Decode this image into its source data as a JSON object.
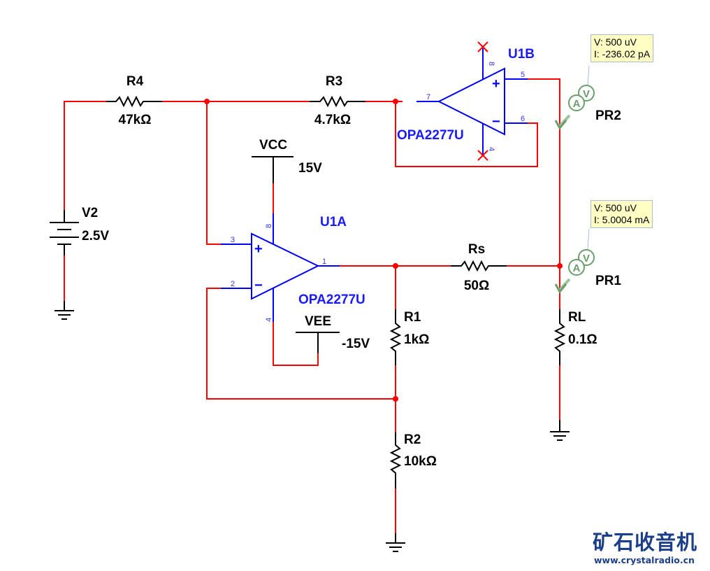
{
  "components": {
    "R4": {
      "ref": "R4",
      "value": "47kΩ"
    },
    "R3": {
      "ref": "R3",
      "value": "4.7kΩ"
    },
    "R1": {
      "ref": "R1",
      "value": "1kΩ"
    },
    "R2": {
      "ref": "R2",
      "value": "10kΩ"
    },
    "Rs": {
      "ref": "Rs",
      "value": "50Ω"
    },
    "RL": {
      "ref": "RL",
      "value": "0.1Ω"
    },
    "V2": {
      "ref": "V2",
      "value": "2.5V"
    },
    "VCC": {
      "ref": "VCC",
      "value": "15V"
    },
    "VEE": {
      "ref": "VEE",
      "value": "-15V"
    },
    "U1A": {
      "ref": "U1A",
      "part": "OPA2277U",
      "pins": {
        "noninv": "3",
        "inv": "2",
        "out": "1",
        "vplus": "8",
        "vminus": "4"
      }
    },
    "U1B": {
      "ref": "U1B",
      "part": "OPA2277U",
      "pins": {
        "noninv": "5",
        "inv": "6",
        "out": "7",
        "vplus": "8",
        "vminus": "4"
      }
    }
  },
  "probes": {
    "PR1": {
      "ref": "PR1",
      "voltage": "V: 500 uV",
      "current": "I: 5.0004 mA",
      "a_letter": "A",
      "v_letter": "V"
    },
    "PR2": {
      "ref": "PR2",
      "voltage": "V: 500 uV",
      "current": "I: -236.02 pA",
      "a_letter": "A",
      "v_letter": "V"
    }
  },
  "symbols": {
    "plus": "+",
    "minus": "−"
  },
  "watermark": {
    "title": "矿石收音机",
    "url": "www.crystalradio.cn"
  }
}
